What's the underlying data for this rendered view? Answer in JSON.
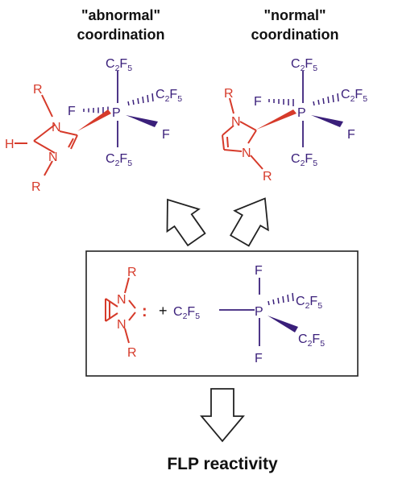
{
  "headings": {
    "abnormal_line1": "\"abnormal\"",
    "abnormal_line2": "coordination",
    "normal_line1": "\"normal\"",
    "normal_line2": "coordination"
  },
  "atoms": {
    "P": "P",
    "F": "F",
    "N": "N",
    "R": "R",
    "H": "H",
    "C": "C",
    "two": "2",
    "five": "5"
  },
  "reaction": {
    "carbene_dot": ":",
    "plus": "+"
  },
  "footer": {
    "title": "FLP reactivity"
  },
  "colors": {
    "purple": "#3a1f7a",
    "red": "#d63a2a",
    "black": "#111111"
  }
}
